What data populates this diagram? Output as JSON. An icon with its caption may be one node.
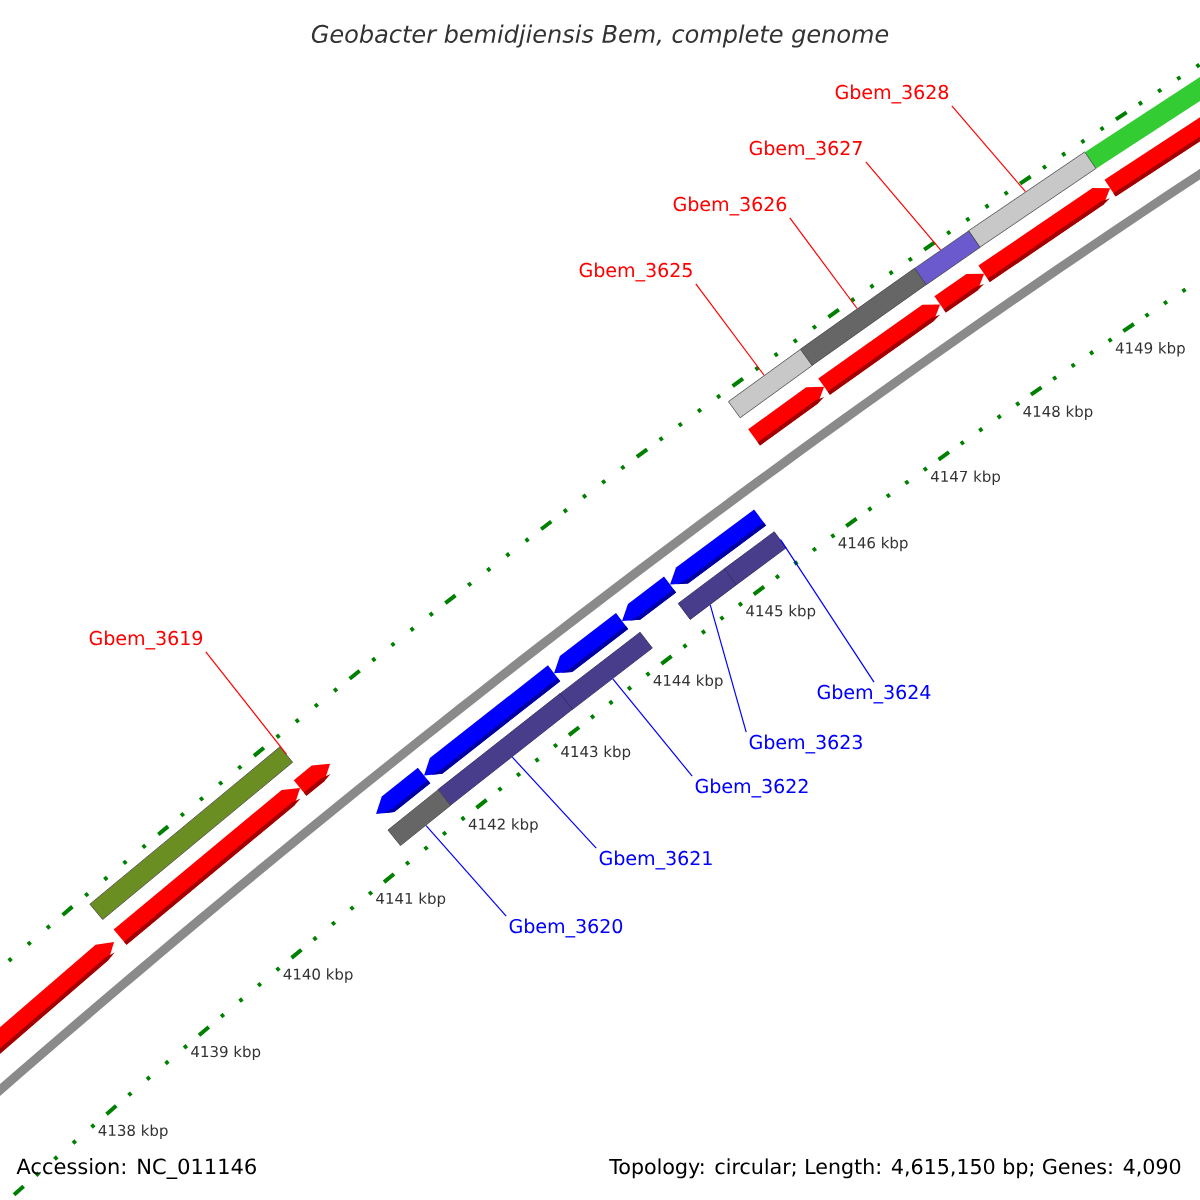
{
  "diagram": {
    "title": "Geobacter bemidjiensis Bem, complete genome",
    "nodes": [
      {
        "text": [
          "Gbem_3628"
        ]
      },
      {
        "text": [
          "Gbem_3627"
        ]
      },
      {
        "text": [
          "Gbem_3626"
        ]
      },
      {
        "text": [
          "Gbem_3625"
        ]
      },
      {
        "text": [
          "Gbem_3619"
        ]
      },
      {
        "text": [
          "Gbem_3624"
        ]
      },
      {
        "text": [
          "Gbem_3623"
        ]
      },
      {
        "text": [
          "Gbem_3622"
        ]
      },
      {
        "text": [
          "Gbem_3621"
        ]
      },
      {
        "text": [
          "Gbem_3620"
        ]
      },
      {
        "text": [],
        "shape": "bar"
      },
      {
        "text": [],
        "shape": "bar"
      },
      {
        "text": [],
        "shape": "bar"
      },
      {
        "text": [],
        "shape": "bar"
      },
      {
        "text": [],
        "shape": "bar"
      },
      {
        "text": [],
        "shape": "bar"
      },
      {
        "text": [],
        "shape": "bar"
      },
      {
        "text": [],
        "shape": "bar"
      },
      {
        "text": [],
        "shape": "bar"
      },
      {
        "text": [],
        "shape": "bar"
      }
    ],
    "edges": [
      {
        "from": 0,
        "to": 10,
        "arrow": "none",
        "color": "#ff0000"
      },
      {
        "from": 1,
        "to": 11,
        "arrow": "none",
        "color": "#ff0000"
      },
      {
        "from": 2,
        "to": 12,
        "arrow": "none",
        "color": "#ff0000"
      },
      {
        "from": 3,
        "to": 13,
        "arrow": "none",
        "color": "#ff0000"
      },
      {
        "from": 4,
        "to": 14,
        "arrow": "none",
        "color": "#ff0000"
      },
      {
        "from": 5,
        "to": 15,
        "arrow": "none",
        "color": "#0000ff"
      },
      {
        "from": 6,
        "to": 16,
        "arrow": "none",
        "color": "#0000ff"
      },
      {
        "from": 7,
        "to": 17,
        "arrow": "none",
        "color": "#0000ff"
      },
      {
        "from": 8,
        "to": 18,
        "arrow": "none",
        "color": "#0000ff"
      },
      {
        "from": 9,
        "to": 19,
        "arrow": "none",
        "color": "#0000ff"
      }
    ],
    "labels": [
      "4149 kbp",
      "4148 kbp",
      "4147 kbp",
      "4146 kbp",
      "4145 kbp",
      "4144 kbp",
      "4143 kbp",
      "4142 kbp",
      "4141 kbp",
      "4140 kbp",
      "4139 kbp",
      "4138 kbp",
      "Accession: NC_011146",
      "Topology: circular; Length: 4,615,150 bp; Genes: 4,090"
    ]
  }
}
